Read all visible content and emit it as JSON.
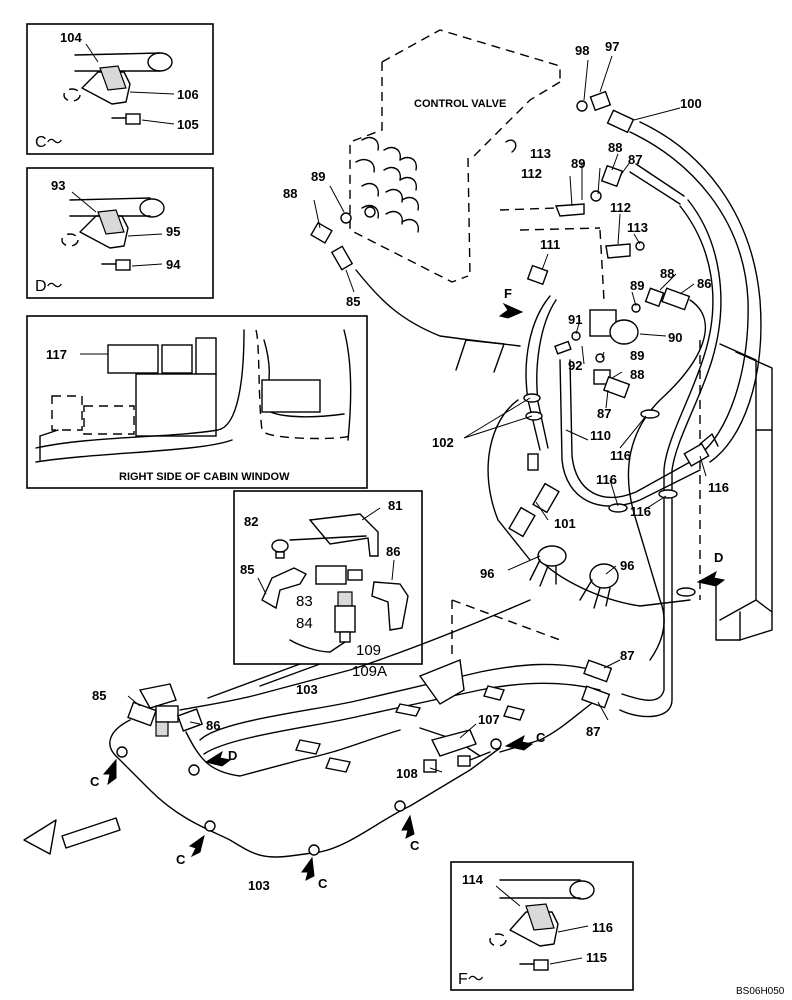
{
  "title_labels": {
    "control_valve": "CONTROL VALVE",
    "cabin_window": "RIGHT SIDE OF CABIN WINDOW",
    "drawing_code": "BS06H050"
  },
  "inset_c": {
    "view_label": "C～",
    "parts": [
      "104",
      "106",
      "105"
    ]
  },
  "inset_d": {
    "view_label": "D～",
    "parts": [
      "93",
      "95",
      "94"
    ]
  },
  "inset_f": {
    "view_label": "F～",
    "parts": [
      "114",
      "116",
      "115"
    ]
  },
  "inset_cabin": {
    "parts": [
      "117"
    ]
  },
  "inset_switch": {
    "parts": [
      "81",
      "82",
      "86",
      "85",
      "83",
      "84",
      "109",
      "109A"
    ]
  },
  "view_arrows": {
    "f": "F",
    "d_right": "D",
    "d_left": "D",
    "c_top": "C",
    "c_left": "C",
    "c_bottom1": "C",
    "c_bottom2": "C",
    "c_bottom3": "C"
  },
  "part_labels": {
    "p98": "98",
    "p97": "97",
    "p100": "100",
    "p113a": "113",
    "p89a": "89",
    "p88a": "88",
    "p87a": "87",
    "p89b": "89",
    "p88b": "88",
    "p112a": "112",
    "p112b": "112",
    "p113b": "113",
    "p111": "111",
    "p85a": "85",
    "p88c": "88",
    "p86a": "86",
    "p89c": "89",
    "p91": "91",
    "p90": "90",
    "p92": "92",
    "p89d": "89",
    "p88d": "88",
    "p87b": "87",
    "p102": "102",
    "p110": "110",
    "p116a": "116",
    "p116b": "116",
    "p116c": "116",
    "p116d": "116",
    "p101": "101",
    "p96a": "96",
    "p96b": "96",
    "p87c": "87",
    "p87d": "87",
    "p85b": "85",
    "p86b": "86",
    "p107": "107",
    "p108": "108",
    "p103a": "103",
    "p103b": "103"
  },
  "colors": {
    "ink": "#000000",
    "paper": "#ffffff",
    "shade": "#d9d9d9"
  }
}
